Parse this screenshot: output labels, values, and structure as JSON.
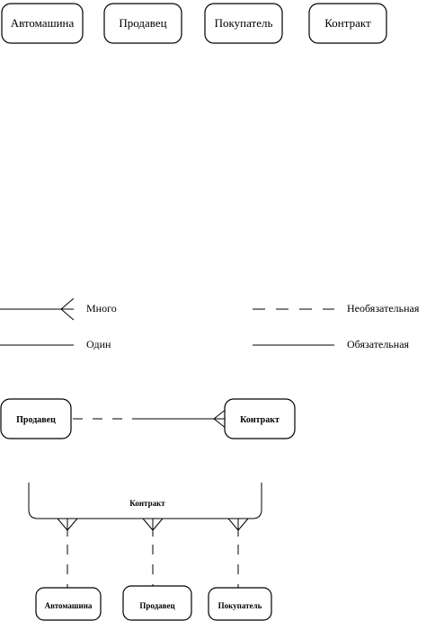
{
  "top_entities": [
    "Автомашина",
    "Продавец",
    "Покупатель",
    "Контракт"
  ],
  "legend": {
    "many": "Много",
    "one": "Один",
    "optional": "Необязательная",
    "mandatory": "Обязательная"
  },
  "example1": {
    "left": "Продавец",
    "right": "Контракт"
  },
  "example2": {
    "top": "Контракт",
    "bottom": [
      "Автомашина",
      "Продавец",
      "Покупатель"
    ]
  }
}
